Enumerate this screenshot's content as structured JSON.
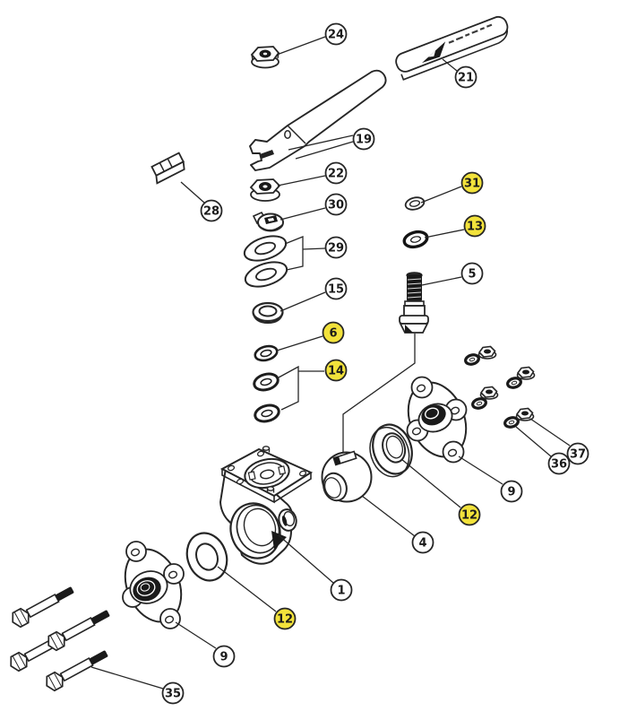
{
  "diagram": {
    "title": "Ball valve exploded parts diagram",
    "style": {
      "background": "#ffffff",
      "line_color": "#262626",
      "balloon_fill": "#ffffff",
      "balloon_highlight_fill": "#f2e23b",
      "balloon_text_color": "#1a1a1a"
    },
    "callouts": [
      {
        "label": "24",
        "highlighted": false,
        "part": "handle-nut"
      },
      {
        "label": "21",
        "highlighted": false,
        "part": "handle-grip"
      },
      {
        "label": "19",
        "highlighted": false,
        "part": "handle-lever"
      },
      {
        "label": "22",
        "highlighted": false,
        "part": "stem-nut"
      },
      {
        "label": "30",
        "highlighted": false,
        "part": "gland"
      },
      {
        "label": "29",
        "highlighted": false,
        "part": "handle-washers"
      },
      {
        "label": "15",
        "highlighted": false,
        "part": "gland-follower"
      },
      {
        "label": "31",
        "highlighted": true,
        "part": "stem-washer"
      },
      {
        "label": "13",
        "highlighted": true,
        "part": "stem-o-ring"
      },
      {
        "label": "5",
        "highlighted": false,
        "part": "stem"
      },
      {
        "label": "6",
        "highlighted": true,
        "part": "thrust-washer"
      },
      {
        "label": "14",
        "highlighted": true,
        "part": "stem-packing-rings"
      },
      {
        "label": "37",
        "highlighted": false,
        "part": "trunnion-nut"
      },
      {
        "label": "36",
        "highlighted": false,
        "part": "trunnion-washer"
      },
      {
        "label": "9",
        "highlighted": false,
        "part": "end-flange-right"
      },
      {
        "label": "12",
        "highlighted": true,
        "part": "seat-right"
      },
      {
        "label": "4",
        "highlighted": false,
        "part": "ball"
      },
      {
        "label": "1",
        "highlighted": false,
        "part": "valve-body"
      },
      {
        "label": "12",
        "highlighted": true,
        "part": "seat-left"
      },
      {
        "label": "9",
        "highlighted": false,
        "part": "end-flange-left"
      },
      {
        "label": "35",
        "highlighted": false,
        "part": "flange-bolts"
      }
    ]
  }
}
